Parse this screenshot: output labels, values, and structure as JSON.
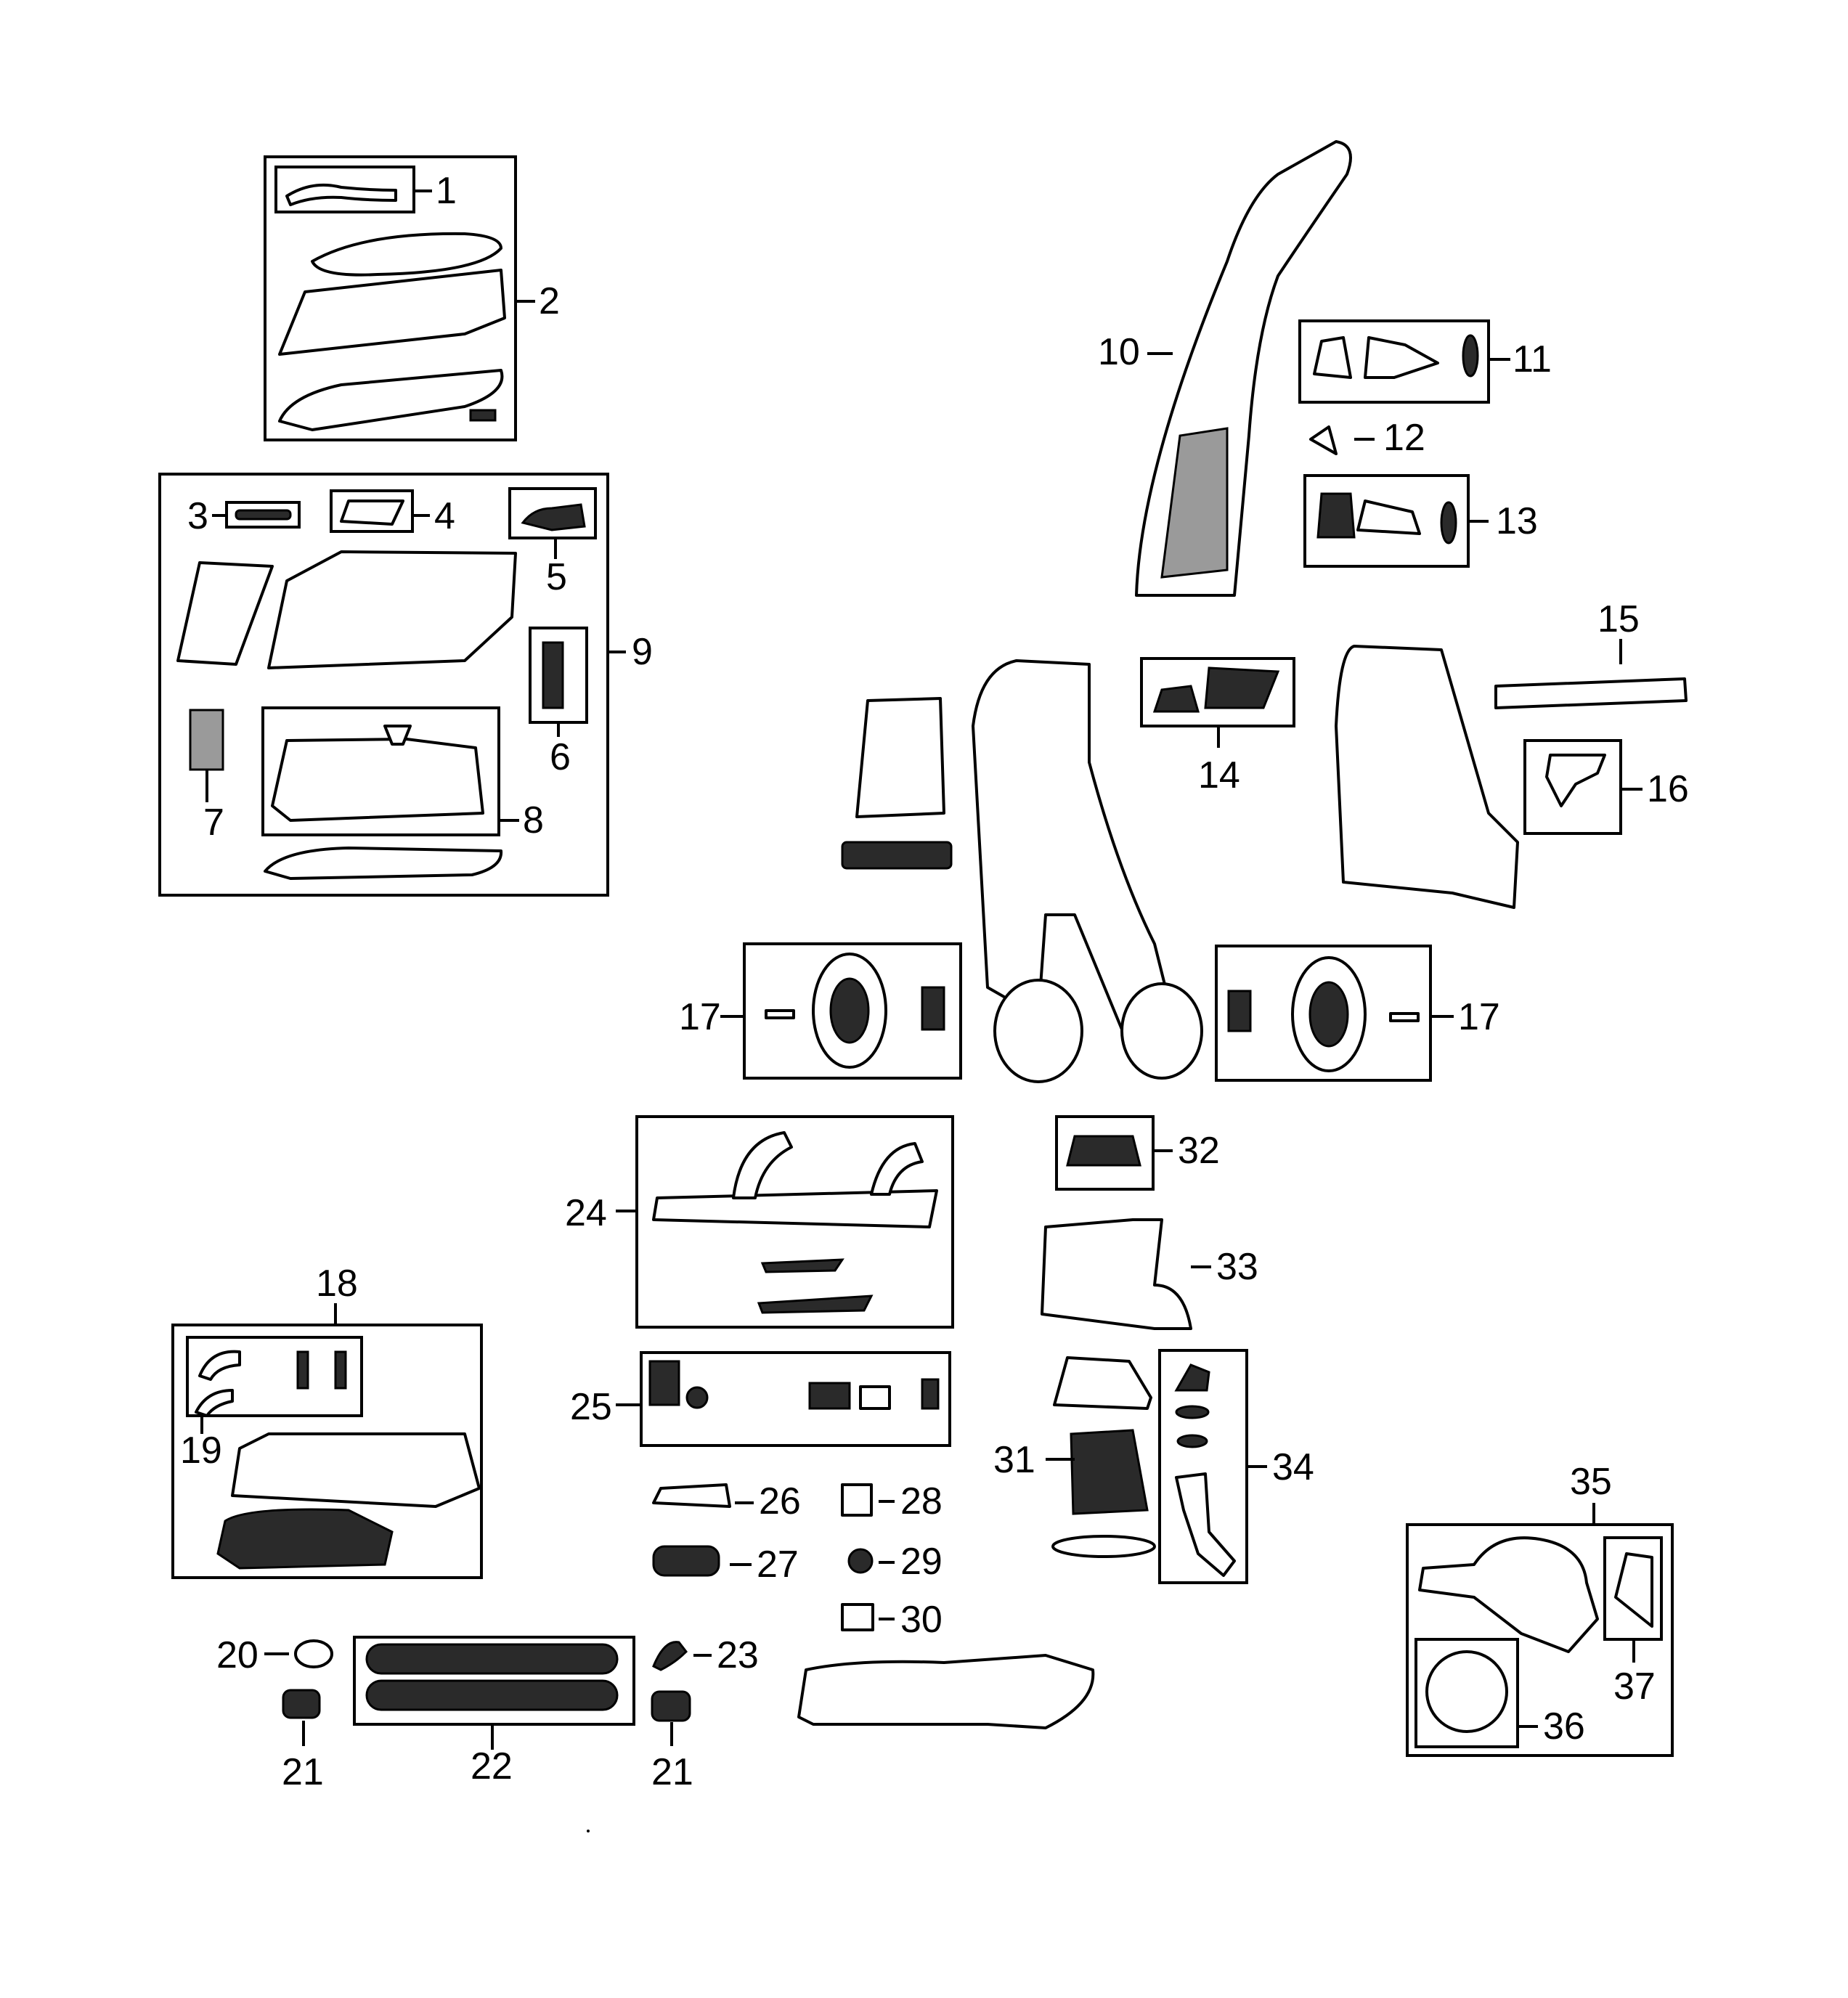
{
  "diagram": {
    "callouts": {
      "c1": "1",
      "c2": "2",
      "c3": "3",
      "c4": "4",
      "c5": "5",
      "c6": "6",
      "c7": "7",
      "c8": "8",
      "c9": "9",
      "c10": "10",
      "c11": "11",
      "c12": "12",
      "c13": "13",
      "c14": "14",
      "c15": "15",
      "c16": "16",
      "c17a": "17",
      "c17b": "17",
      "c18": "18",
      "c19": "19",
      "c20": "20",
      "c21a": "21",
      "c21b": "21",
      "c22": "22",
      "c23": "23",
      "c24": "24",
      "c25": "25",
      "c26": "26",
      "c27": "27",
      "c28": "28",
      "c29": "29",
      "c30": "30",
      "c31": "31",
      "c32": "32",
      "c33": "33",
      "c34": "34",
      "c35": "35",
      "c36": "36",
      "c37": "37"
    },
    "colors": {
      "ink": "#000000",
      "fill_dark": "#2a2a2a",
      "fill_grey": "#9a9a9a",
      "paper": "#ffffff"
    }
  }
}
